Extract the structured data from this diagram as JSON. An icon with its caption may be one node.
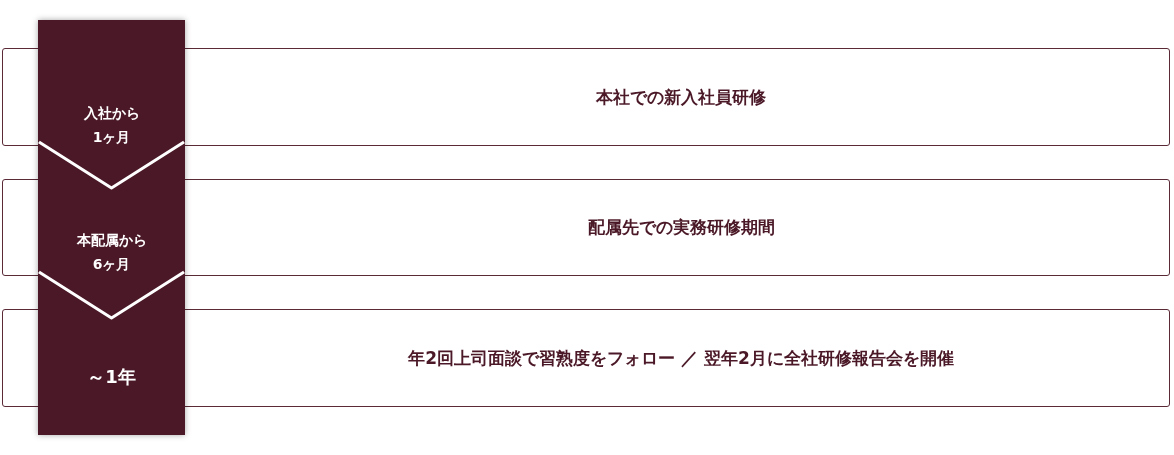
{
  "diagram": {
    "nodes": [
      {
        "text": [
          "入社から1ヶ月"
        ]
      },
      {
        "text": [
          "本社での新入社員研修"
        ]
      },
      {
        "text": [
          "本配属から6ヶ月"
        ]
      },
      {
        "text": [
          "配属先での実務研修期間"
        ]
      },
      {
        "text": [
          "～1年"
        ]
      },
      {
        "text": [
          "年2回上司面談で習熟度をフォロー ／ 翌年2月に全社研修報告会を開催"
        ]
      }
    ]
  }
}
